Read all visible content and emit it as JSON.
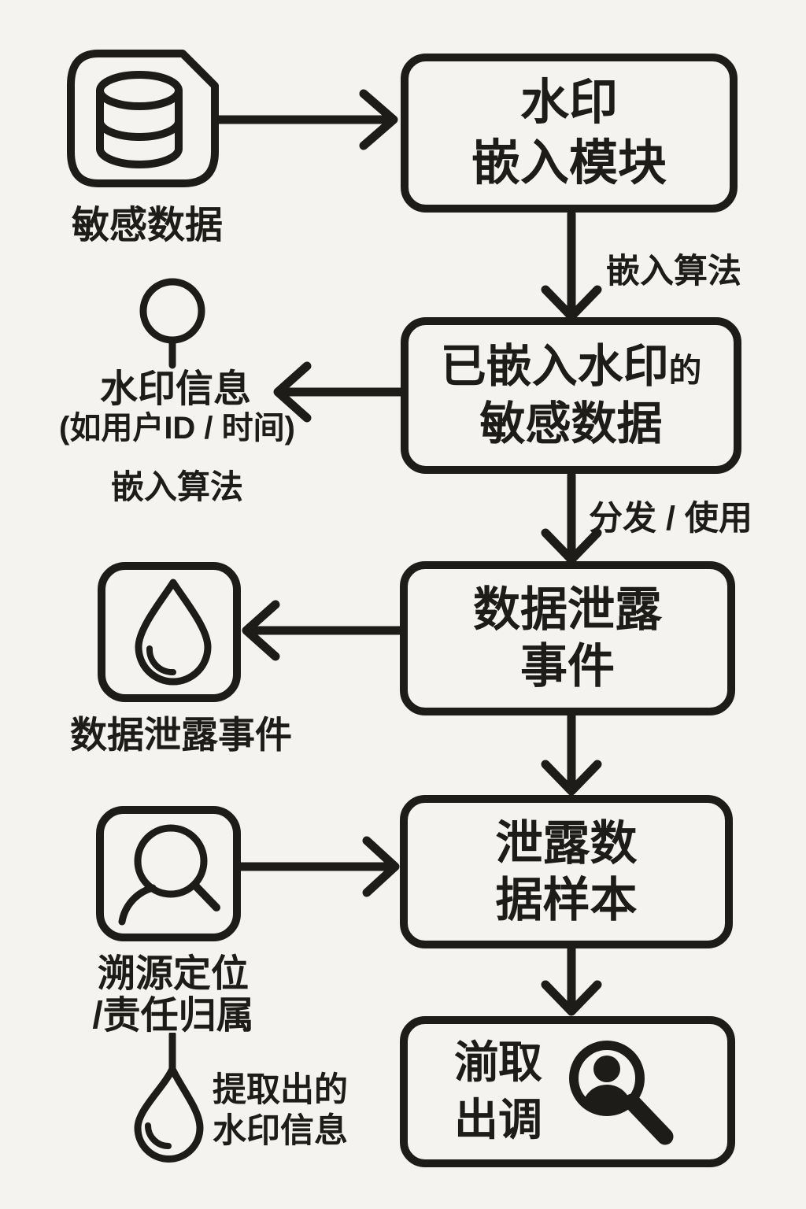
{
  "colors": {
    "background": "#f4f3f0",
    "ink": "#1e1c19"
  },
  "nodes": {
    "source": {
      "icon": "database-icon",
      "label": "敏感数据"
    },
    "embed_module": {
      "line1": "水印",
      "line2": "嵌入模块"
    },
    "watermarked": {
      "line1": "已嵌入水印",
      "suffix": "的",
      "line2": "敏感数据"
    },
    "watermark_info": {
      "icon": "circle-pin-icon",
      "line1": "水印信息",
      "line2": "(如用户ID / 时间)",
      "line3": "嵌入算法"
    },
    "leak_event": {
      "line1": "数据泄露",
      "line2": "事件"
    },
    "leak_marker": {
      "icon": "water-drop-icon",
      "label": "数据泄露事件"
    },
    "leak_sample": {
      "line1": "泄露数",
      "line2": "据样本"
    },
    "trace": {
      "icon": "person-search-icon",
      "line1": "溯源定位",
      "line2": "/责任归属"
    },
    "extracted": {
      "icon": "hanging-drop-icon",
      "line1": "提取出的",
      "line2": "水印信息"
    },
    "extract_module": {
      "icon": "person-search-solid-icon",
      "line1": "湔取",
      "line2": "出调"
    }
  },
  "edge_labels": {
    "embed_algorithm": "嵌入算法",
    "distribute": "分发 / 使用"
  }
}
